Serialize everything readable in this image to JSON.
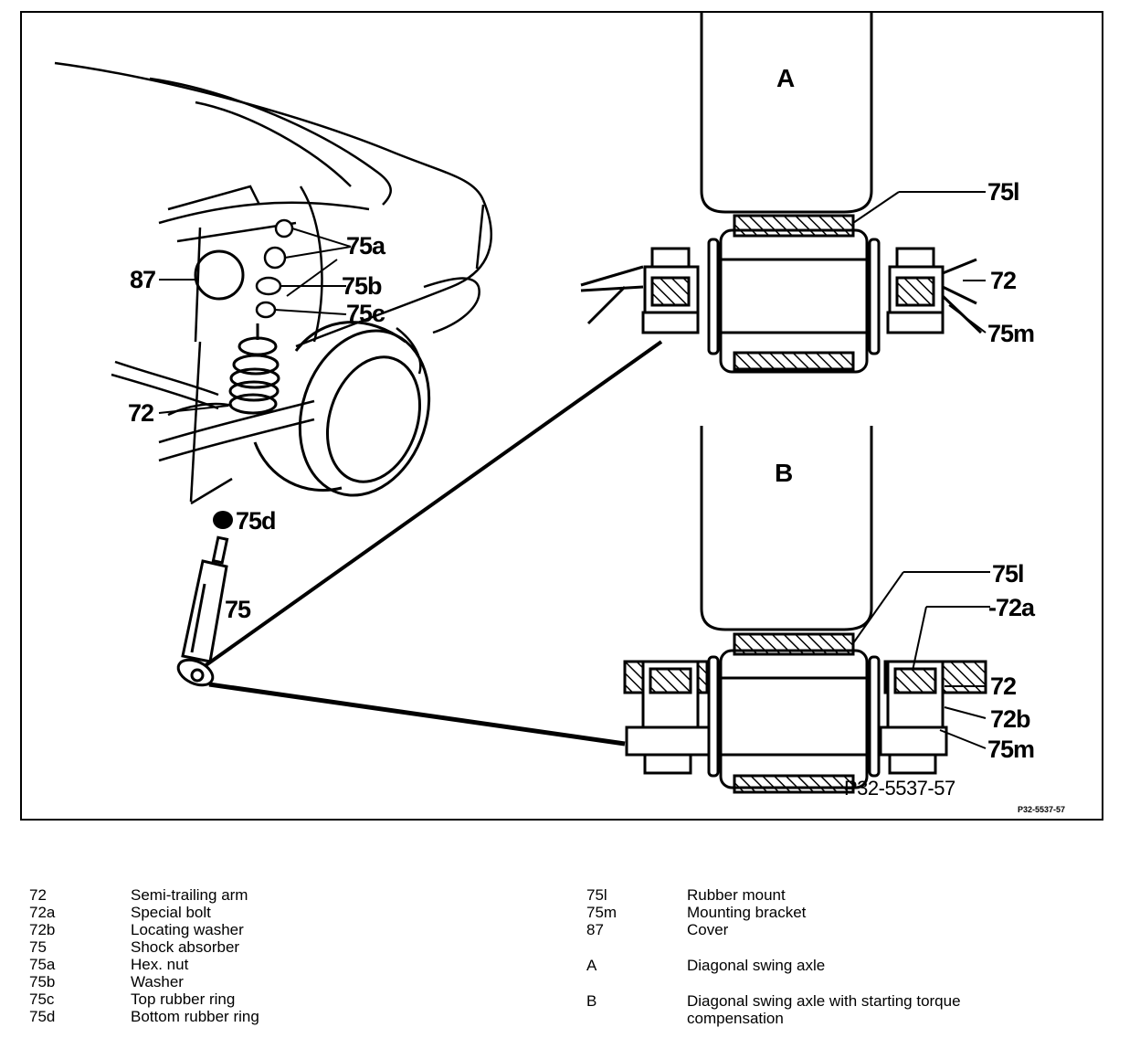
{
  "figure": {
    "panel_a_label": "A",
    "panel_b_label": "B",
    "drawing_number": "P32-5537-57",
    "corner_code": "P32-5537-57",
    "callouts": {
      "c87": "87",
      "c75a": "75a",
      "c75b": "75b",
      "c75c": "75c",
      "c72_left": "72",
      "c75d": "75d",
      "c75": "75",
      "a_75l": "75l",
      "a_72": "72",
      "a_75m": "75m",
      "b_75l": "75l",
      "b_72a": "-72a",
      "b_72": "72",
      "b_72b": "72b",
      "b_75m": "75m"
    }
  },
  "legend": {
    "left": [
      {
        "code": "72",
        "text": "Semi-trailing arm"
      },
      {
        "code": "72a",
        "text": "Special bolt"
      },
      {
        "code": "72b",
        "text": "Locating washer"
      },
      {
        "code": "75",
        "text": "Shock absorber"
      },
      {
        "code": "75a",
        "text": "Hex. nut"
      },
      {
        "code": "75b",
        "text": "Washer"
      },
      {
        "code": "75c",
        "text": "Top rubber ring"
      },
      {
        "code": "75d",
        "text": "Bottom rubber ring"
      }
    ],
    "right": [
      {
        "code": "75l",
        "text": "Rubber mount"
      },
      {
        "code": "75m",
        "text": "Mounting bracket"
      },
      {
        "code": "87",
        "text": "Cover"
      },
      {
        "code": "A",
        "text": "Diagonal swing axle"
      },
      {
        "code": "B",
        "text": "Diagonal swing axle with starting torque"
      },
      {
        "code": "",
        "text": "compensation"
      }
    ]
  }
}
